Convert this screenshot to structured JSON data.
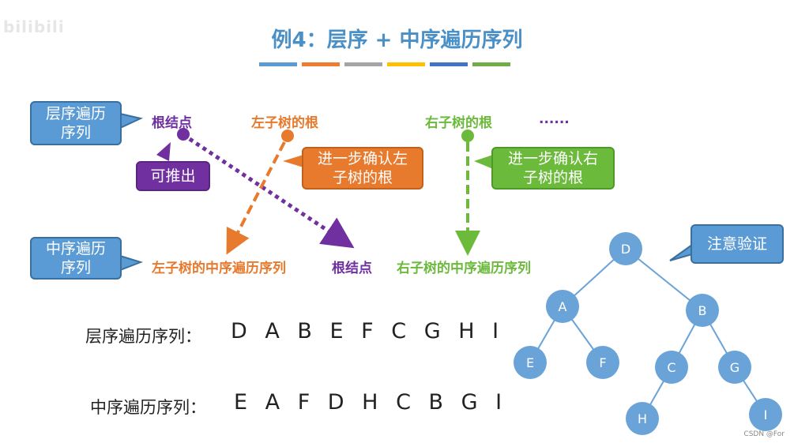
{
  "watermark": "bilibili",
  "title": "例4：层序 + 中序遍历序列",
  "bar_colors": [
    "#5b9bd5",
    "#ed7d31",
    "#a5a5a5",
    "#ffc000",
    "#4472c4",
    "#70ad47"
  ],
  "callouts": {
    "level_order": "层序遍历\n序列",
    "in_order": "中序遍历\n序列",
    "can_infer": "可推出",
    "confirm_left": "进一步确认左\n子树的根",
    "confirm_right": "进一步确认右\n子树的根",
    "verify": "注意验证"
  },
  "top_labels": {
    "root": "根结点",
    "left_root": "左子树的根",
    "right_root": "右子树的根",
    "ellipsis": "......"
  },
  "bottom_labels": {
    "left_inorder": "左子树的中序遍历序列",
    "root": "根结点",
    "right_inorder": "右子树的中序遍历序列"
  },
  "sequences": {
    "level_label": "层序遍历序列：",
    "level_value": "D A B E F C G H I",
    "in_label": "中序遍历序列：",
    "in_value": "E A F D H C B G I"
  },
  "tree": {
    "nodes": [
      "D",
      "A",
      "B",
      "E",
      "F",
      "C",
      "G",
      "H",
      "I"
    ],
    "edges": [
      [
        "D",
        "A"
      ],
      [
        "D",
        "B"
      ],
      [
        "A",
        "E"
      ],
      [
        "A",
        "F"
      ],
      [
        "B",
        "C"
      ],
      [
        "B",
        "G"
      ],
      [
        "C",
        "H"
      ],
      [
        "G",
        "I"
      ]
    ]
  },
  "colors": {
    "purple": "#7030a0",
    "orange": "#e87a2e",
    "green": "#6cba3c",
    "blue_callout": "#5b9bd5",
    "node_fill": "#6aa3d8",
    "title": "#4a90c6"
  },
  "credit": "CSDN @For"
}
